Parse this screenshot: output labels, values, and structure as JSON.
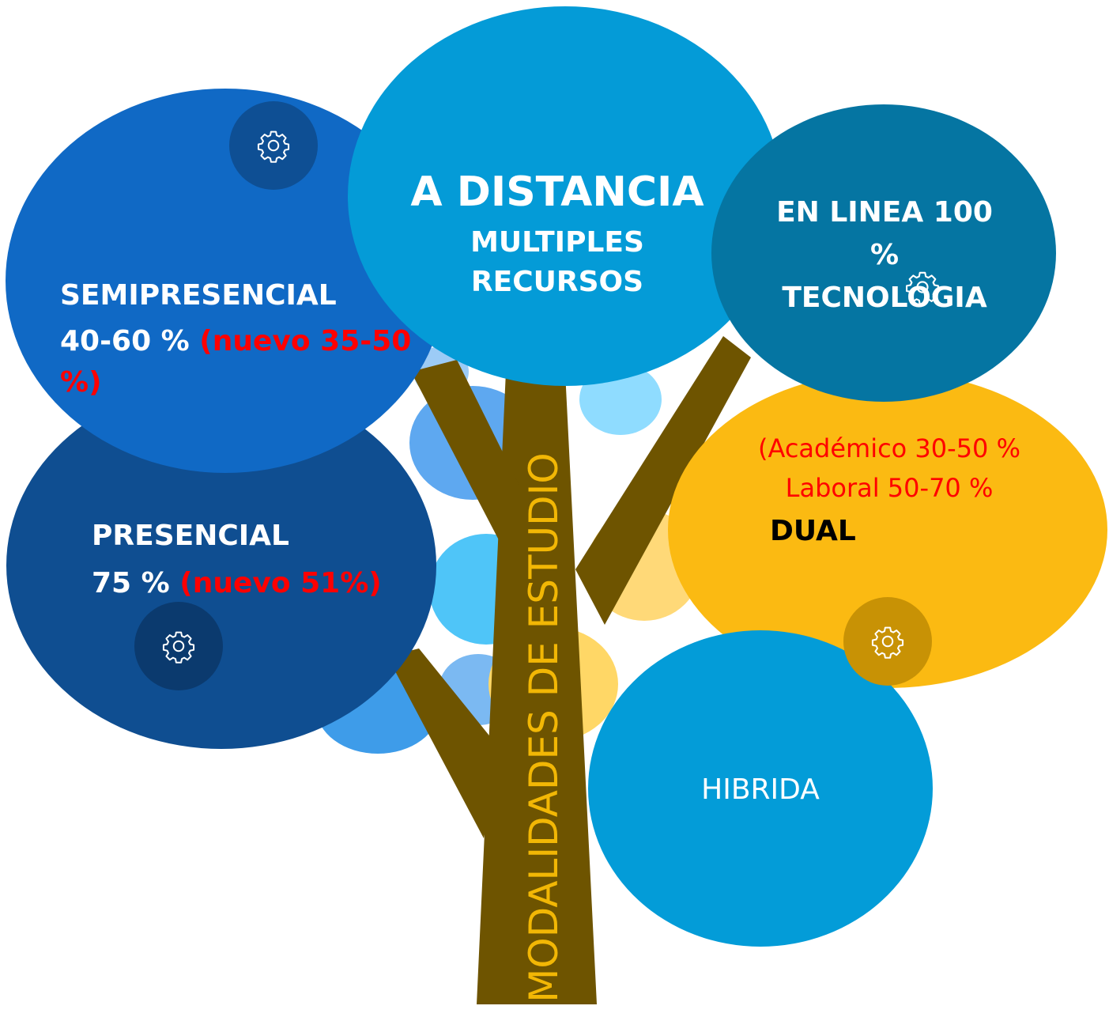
{
  "diagram": {
    "trunk_label": "MODALIDADES DE ESTUDIO",
    "nodes": {
      "semipresencial": {
        "title": "SEMIPRESENCIAL",
        "value": "40-60 %",
        "note_a": "(nuevo 35-50",
        "note_b": "%)"
      },
      "distancia": {
        "title": "A DISTANCIA",
        "line1": "MULTIPLES",
        "line2": "RECURSOS"
      },
      "en_linea": {
        "line1": "EN LINEA 100",
        "line2": "%",
        "line3": "TECNOLOGIA"
      },
      "presencial": {
        "title": "PRESENCIAL",
        "value": "75 %",
        "note": "(nuevo 51%)"
      },
      "dual": {
        "note1": "(Académico 30-50 %",
        "note2": "Laboral  50-70 %",
        "title": "DUAL"
      },
      "hibrida": {
        "title": "HIBRIDA"
      }
    }
  },
  "colors": {
    "trunk": "#6e5400",
    "trunk_label": "#f2b705",
    "semipresencial": "#1069c5",
    "distancia": "#049bd7",
    "en_linea": "#0575a2",
    "presencial": "#0f4e91",
    "dual": "#fbba12",
    "hibrida": "#039cd8",
    "note": "#ff0000"
  },
  "icons": [
    "gear-icon"
  ]
}
